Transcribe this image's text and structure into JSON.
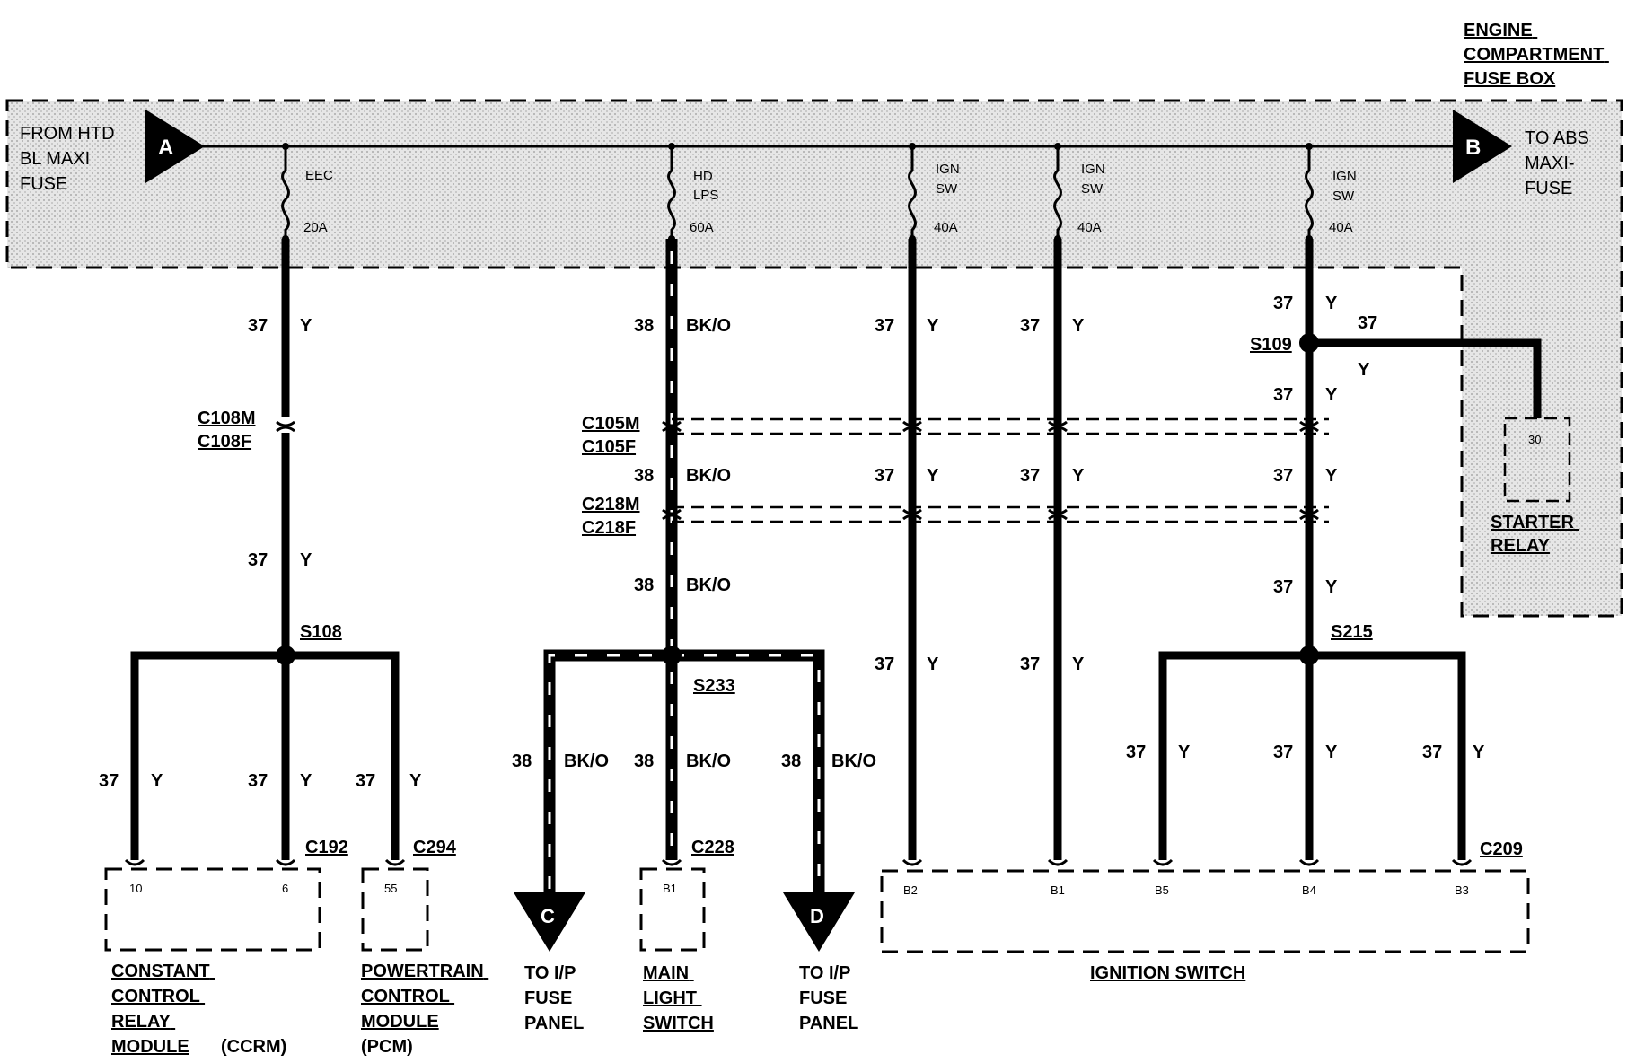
{
  "fuse_box": {
    "title_lines": [
      "ENGINE",
      "COMPARTMENT",
      "FUSE BOX"
    ],
    "from_label": [
      "FROM HTD",
      "BL MAXI",
      "FUSE"
    ],
    "to_label": [
      "TO ABS",
      "MAXI-",
      "FUSE"
    ],
    "connector_a": "A",
    "connector_b": "B"
  },
  "fuses": [
    {
      "name": [
        "EEC"
      ],
      "rating": "20A"
    },
    {
      "name": [
        "HD",
        "LPS"
      ],
      "rating": "60A"
    },
    {
      "name": [
        "IGN",
        "SW"
      ],
      "rating": "40A"
    },
    {
      "name": [
        "IGN",
        "SW"
      ],
      "rating": "40A"
    },
    {
      "name": [
        "IGN",
        "SW"
      ],
      "rating": "40A"
    }
  ],
  "wires": {
    "y_circuit": "37",
    "y_color": "Y",
    "bko_circuit": "38",
    "bko_color": "BK/O"
  },
  "connectors": {
    "c108m": "C108M",
    "c108f": "C108F",
    "c105m": "C105M",
    "c105f": "C105F",
    "c218m": "C218M",
    "c218f": "C218F",
    "c192": "C192",
    "c294": "C294",
    "c228": "C228",
    "c209": "C209"
  },
  "splices": {
    "s108": "S108",
    "s109": "S109",
    "s215": "S215",
    "s233": "S233"
  },
  "pins": {
    "ccrm_10": "10",
    "ccrm_6": "6",
    "pcm_55": "55",
    "mls_b1": "B1",
    "ign_b2": "B2",
    "ign_b1": "B1",
    "ign_b5": "B5",
    "ign_b4": "B4",
    "ign_b3": "B3",
    "starter_30": "30"
  },
  "components": {
    "ccrm": [
      "CONSTANT",
      "CONTROL",
      "RELAY",
      "MODULE"
    ],
    "ccrm_suffix": "(CCRM)",
    "pcm": [
      "POWERTRAIN",
      "CONTROL",
      "MODULE"
    ],
    "pcm_suffix": "(PCM)",
    "main_light_switch": [
      "MAIN",
      "LIGHT",
      "SWITCH"
    ],
    "ignition_switch": "IGNITION SWITCH",
    "starter_relay": [
      "STARTER",
      "RELAY"
    ]
  },
  "off_page": {
    "c_label": "C",
    "d_label": "D",
    "c_text": [
      "TO I/P",
      "FUSE",
      "PANEL"
    ],
    "d_text": [
      "TO I/P",
      "FUSE",
      "PANEL"
    ]
  }
}
